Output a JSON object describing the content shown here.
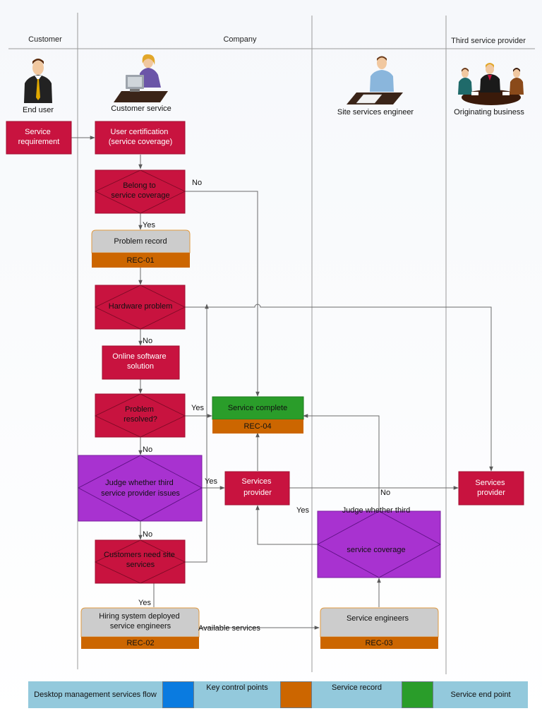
{
  "lanes": {
    "customer": "Customer",
    "company": "Company",
    "third_party": "Third service provider"
  },
  "roles": {
    "end_user": "End user",
    "customer_service": "Customer service",
    "site_engineer": "Site services engineer",
    "originating_business": "Originating business"
  },
  "icons": [
    "end-user-icon",
    "customer-service-icon",
    "site-engineer-icon",
    "business-meeting-icon"
  ],
  "colors": {
    "process": "#c8133f",
    "decision_large": "#a832d0",
    "record_header": "#cccccc",
    "record_footer": "#cc6600",
    "complete": "#2a9d2a",
    "lines": "#6b6b6b",
    "legend_bg": "#93c9dc",
    "legend_blue": "#0a7be0"
  },
  "nodes": {
    "service_requirement": [
      "Service",
      "requirement"
    ],
    "user_certification": [
      "User certification",
      "(service coverage)"
    ],
    "belong_coverage": [
      "Belong to",
      "service coverage"
    ],
    "problem_record": "Problem record",
    "rec01": "REC-01",
    "hardware_problem": "Hardware problem",
    "online_software": [
      "Online software",
      "solution"
    ],
    "problem_resolved": [
      "Problem",
      "resolved?"
    ],
    "service_complete": "Service complete",
    "rec04": "REC-04",
    "judge_third": [
      "Judge whether third",
      "service provider issues"
    ],
    "services_provider_mid": [
      "Services",
      "provider"
    ],
    "services_provider_right": [
      "Services",
      "provider"
    ],
    "judge_coverage_top": "Judge whether third",
    "judge_coverage_bottom": "service coverage",
    "customers_site": [
      "Customers need site",
      "services"
    ],
    "hiring_system": [
      "Hiring system deployed",
      "service engineers"
    ],
    "rec02": "REC-02",
    "service_engineers": "Service engineers",
    "rec03": "REC-03"
  },
  "edges": {
    "no_1": "No",
    "yes_1": "Yes",
    "no_2": "No",
    "yes_2": "Yes",
    "no_3": "No",
    "yes_3": "Yes",
    "no_4": "No",
    "no_5": "No",
    "yes_4": "Yes",
    "yes_5": "Yes",
    "available": "Available services"
  },
  "legend": {
    "flow": "Desktop management services flow",
    "key_control": "Key control points",
    "service_record": "Service record",
    "end_point": "Service end point"
  }
}
